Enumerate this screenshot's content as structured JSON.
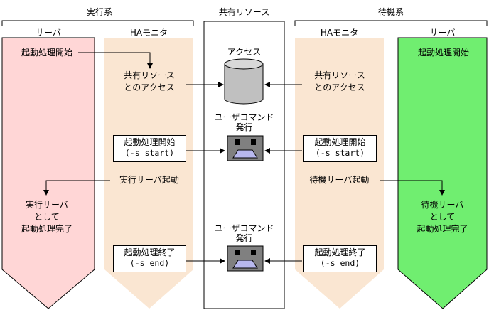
{
  "headers": {
    "active_system": "実行系",
    "shared_resource": "共有リソース",
    "standby_system": "待機系"
  },
  "columns": {
    "active_server": "サーバ",
    "active_ha": "HAモニタ",
    "standby_ha": "HAモニタ",
    "standby_server": "サーバ"
  },
  "active_server": {
    "start": "起動処理開始",
    "done": [
      "実行サーバ",
      "として",
      "起動処理完了"
    ]
  },
  "active_ha": {
    "access": [
      "共有リソース",
      "とのアクセス"
    ],
    "cmd_start": [
      "起動処理開始",
      "(-s start)"
    ],
    "server_start": "実行サーバ起動",
    "cmd_end": [
      "起動処理終了",
      "(-s end)"
    ]
  },
  "shared": {
    "access": "アクセス",
    "user_command_1": [
      "ユーザコマンド",
      "発行"
    ],
    "user_command_2": [
      "ユーザコマンド",
      "発行"
    ]
  },
  "standby_ha": {
    "access": [
      "共有リソース",
      "とのアクセス"
    ],
    "cmd_start": [
      "起動処理開始",
      "(-s start)"
    ],
    "server_start": "待機サーバ起動",
    "cmd_end": [
      "起動処理終了",
      "(-s end)"
    ]
  },
  "standby_server": {
    "start": "起動処理開始",
    "done": [
      "待機サーバ",
      "として",
      "起動処理完了"
    ]
  },
  "colors": {
    "active_server_fill": "#ffd6d6",
    "ha_fill": "#fae6d2",
    "standby_server_fill": "#70ee70",
    "disk_fill": "#c0c0c0",
    "command_fill": "#808080",
    "command_screen": "#b8b8ee"
  }
}
